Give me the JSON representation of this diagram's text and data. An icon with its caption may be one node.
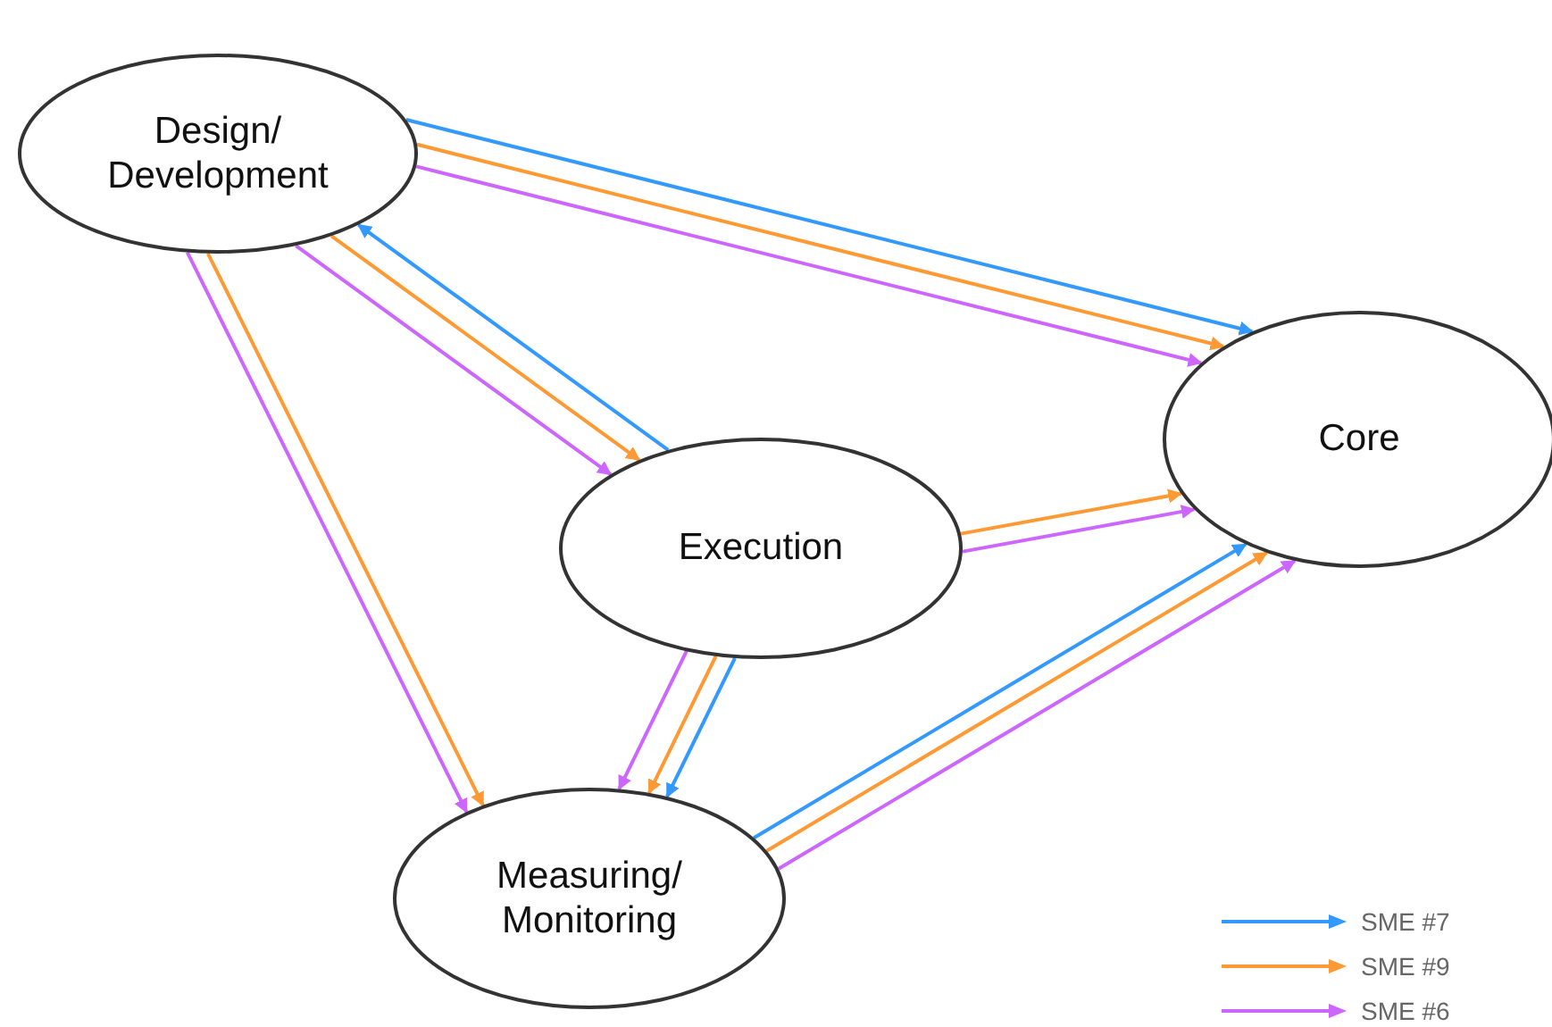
{
  "diagram": {
    "nodes": [
      {
        "text": [
          "Design/ Development"
        ]
      },
      {
        "text": [
          "Execution"
        ]
      },
      {
        "text": [
          "Core"
        ]
      },
      {
        "text": [
          "Measuring/ Monitoring"
        ]
      }
    ],
    "edges": [
      {
        "from": 0,
        "to": 2,
        "arrow": "to",
        "color": "#3399ff"
      },
      {
        "from": 0,
        "to": 2,
        "arrow": "to",
        "color": "#ff9933"
      },
      {
        "from": 0,
        "to": 2,
        "arrow": "to",
        "color": "#cc66ff"
      },
      {
        "from": 1,
        "to": 0,
        "arrow": "to",
        "color": "#3399ff"
      },
      {
        "from": 0,
        "to": 1,
        "arrow": "to",
        "color": "#ff9933"
      },
      {
        "from": 0,
        "to": 1,
        "arrow": "to",
        "color": "#cc66ff"
      },
      {
        "from": 0,
        "to": 3,
        "arrow": "to",
        "color": "#ff9933"
      },
      {
        "from": 0,
        "to": 3,
        "arrow": "to",
        "color": "#cc66ff"
      },
      {
        "from": 1,
        "to": 2,
        "arrow": "to",
        "color": "#ff9933"
      },
      {
        "from": 1,
        "to": 2,
        "arrow": "to",
        "color": "#cc66ff"
      },
      {
        "from": 1,
        "to": 3,
        "arrow": "to",
        "color": "#cc66ff"
      },
      {
        "from": 1,
        "to": 3,
        "arrow": "to",
        "color": "#ff9933"
      },
      {
        "from": 1,
        "to": 3,
        "arrow": "to",
        "color": "#3399ff"
      },
      {
        "from": 3,
        "to": 2,
        "arrow": "to",
        "color": "#3399ff"
      },
      {
        "from": 3,
        "to": 2,
        "arrow": "to",
        "color": "#ff9933"
      },
      {
        "from": 3,
        "to": 2,
        "arrow": "to",
        "color": "#cc66ff"
      }
    ],
    "legend": [
      {
        "text": "SME #7",
        "color": "#3399ff"
      },
      {
        "text": "SME #9",
        "color": "#ff9933"
      },
      {
        "text": "SME #6",
        "color": "#cc66ff"
      }
    ]
  }
}
